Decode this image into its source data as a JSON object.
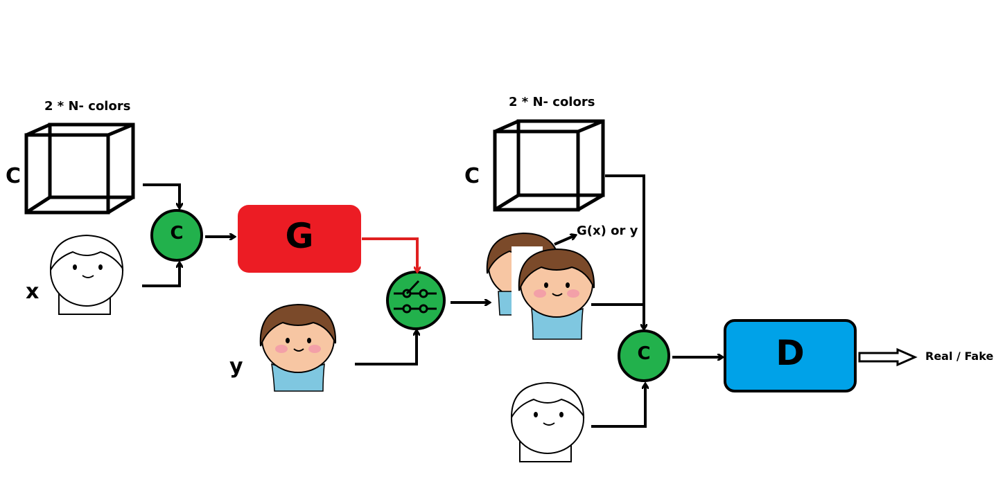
{
  "labels": {
    "colors_left": "2 * N- colors",
    "colors_right": "2 * N- colors",
    "c_left": "C",
    "c_right": "C",
    "x": "x",
    "y": "y",
    "concat_left": "C",
    "concat_right": "C",
    "generator": "G",
    "discriminator": "D",
    "gx_or_y": "G(x) or y",
    "output": "Real / Fake"
  },
  "colors": {
    "generator": "#ec1c24",
    "discriminator": "#00a2e8",
    "concat": "#22b14c",
    "switch": "#22b14c",
    "red_arrow": "#e02020",
    "skin": "#f7c6a3",
    "hair": "#7b4a2a",
    "shirt": "#7fc7e0",
    "cheek": "#f3a0a8"
  }
}
